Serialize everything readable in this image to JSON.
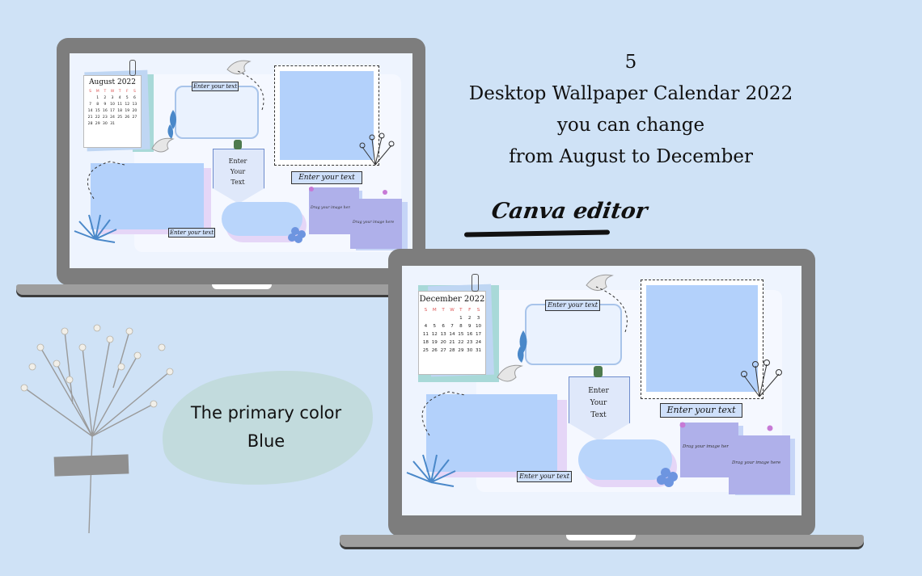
{
  "headline": {
    "number": "5",
    "line1": "Desktop Wallpaper Calendar 2022",
    "line2": "you can change",
    "line3": "from August to December"
  },
  "signature": "Canva editor",
  "primary_color": {
    "line1": "The primary color",
    "line2": "Blue"
  },
  "weekday_initials": [
    "S",
    "M",
    "T",
    "W",
    "T",
    "F",
    "S"
  ],
  "laptop_1": {
    "calendar_title": "August 2022",
    "calendar_days": [
      "",
      "1",
      "2",
      "3",
      "4",
      "5",
      "6",
      "7",
      "8",
      "9",
      "10",
      "11",
      "12",
      "13",
      "14",
      "15",
      "16",
      "17",
      "18",
      "19",
      "20",
      "21",
      "22",
      "23",
      "24",
      "25",
      "26",
      "27",
      "28",
      "29",
      "30",
      "31"
    ],
    "label_top": "Enter your text",
    "label_mid": "Enter your text",
    "label_bottom": "Enter your text",
    "pocket": [
      "Enter",
      "Your",
      "Text"
    ],
    "note_1": "Drag your image here",
    "note_2": "Drag your image here"
  },
  "laptop_2": {
    "calendar_title": "December 2022",
    "calendar_days": [
      "",
      "",
      "",
      "",
      "1",
      "2",
      "3",
      "4",
      "5",
      "6",
      "7",
      "8",
      "9",
      "10",
      "11",
      "12",
      "13",
      "14",
      "15",
      "16",
      "17",
      "18",
      "19",
      "20",
      "21",
      "22",
      "23",
      "24",
      "25",
      "26",
      "27",
      "28",
      "29",
      "30",
      "31"
    ],
    "label_top": "Enter your text",
    "label_mid": "Enter your text",
    "label_bottom": "Enter your text",
    "pocket": [
      "Enter",
      "Your",
      "Text"
    ],
    "note_1": "Drag your image here",
    "note_2": "Drag your image here"
  },
  "colors": {
    "background": "#cfe2f6",
    "primary_blue": "#b3d1fb",
    "lavender": "#afb0ea",
    "teal": "#a8d9d8"
  }
}
